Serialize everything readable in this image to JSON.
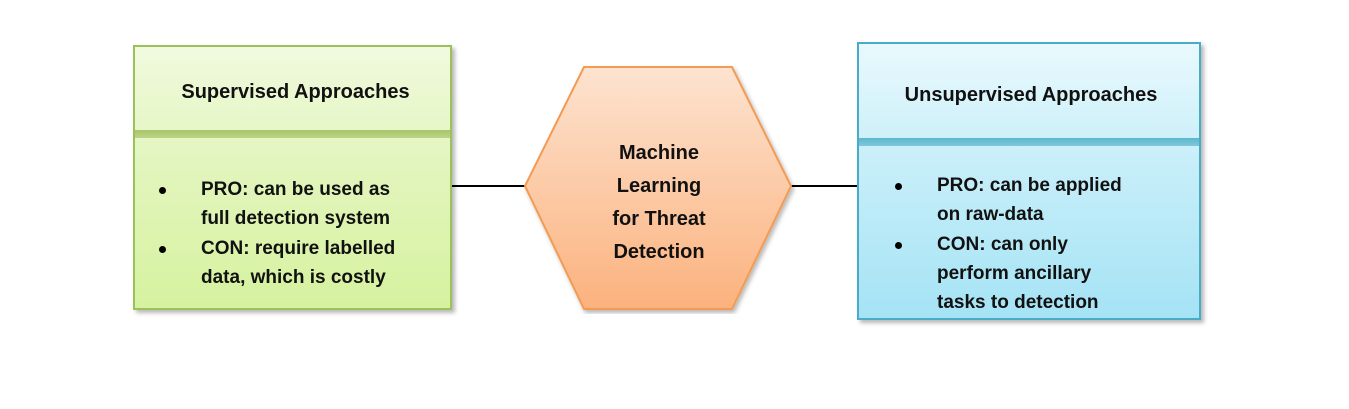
{
  "diagram": {
    "center": {
      "lines": [
        "Machine",
        "Learning",
        "for Threat",
        "Detection"
      ],
      "fill_top": "#fde3d0",
      "fill_bottom": "#fbb27e",
      "stroke": "#f39a52"
    },
    "left_box": {
      "title": "Supervised Approaches",
      "points": [
        {
          "lines": [
            "PRO: can be used as",
            "full detection system"
          ]
        },
        {
          "lines": [
            "CON: require labelled",
            "data, which is costly"
          ]
        }
      ],
      "border": "#9bc15a",
      "fill": "#d6f29f"
    },
    "right_box": {
      "title": "Unsupervised Approaches",
      "points": [
        {
          "lines": [
            "PRO: can be applied",
            "on raw-data"
          ]
        },
        {
          "lines": [
            "CON: can only",
            "perform ancillary",
            "tasks to detection"
          ]
        }
      ],
      "border": "#48acc6",
      "fill": "#a5e3f5"
    }
  }
}
